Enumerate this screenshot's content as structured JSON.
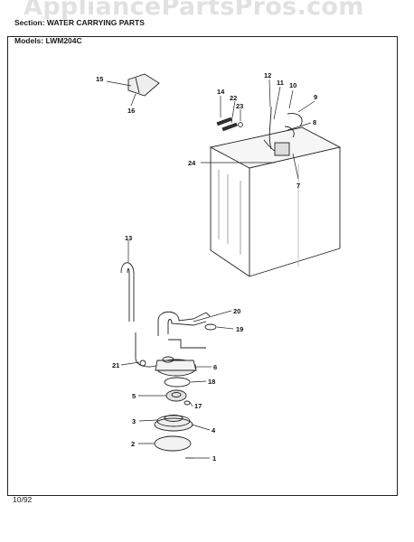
{
  "watermark": "AppliancePartsPros.com",
  "header": {
    "section_label": "Section:",
    "section_title": "WATER CARRYING PARTS",
    "model_label": "Models:",
    "model_value": "LWM204C"
  },
  "footer": {
    "date": "10/92"
  },
  "callouts": [
    "1",
    "2",
    "3",
    "4",
    "5",
    "6",
    "7",
    "8",
    "9",
    "10",
    "11",
    "12",
    "13",
    "14",
    "15",
    "16",
    "17",
    "18",
    "19",
    "20",
    "21",
    "22",
    "23",
    "24"
  ]
}
